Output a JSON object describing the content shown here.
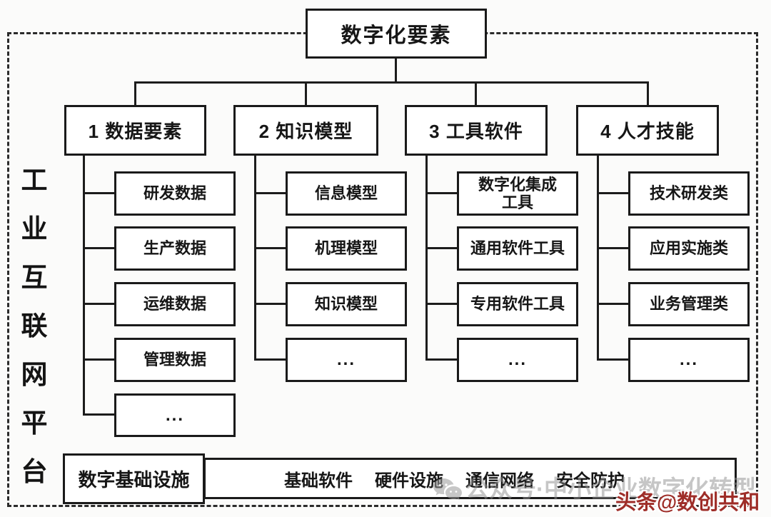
{
  "diagram_title": "数字化要素",
  "root": {
    "label": "数字化要素"
  },
  "platform": {
    "label": "工业互联网平台",
    "chars": [
      "工",
      "业",
      "互",
      "联",
      "网",
      "平",
      "台"
    ]
  },
  "columns": [
    {
      "header": "1 数据要素",
      "children": [
        "研发数据",
        "生产数据",
        "运维数据",
        "管理数据",
        "..."
      ]
    },
    {
      "header": "2 知识模型",
      "children": [
        "信息模型",
        "机理模型",
        "知识模型",
        "..."
      ]
    },
    {
      "header": "3 工具软件",
      "children": [
        "数字化集成\n工具",
        "通用软件工具",
        "专用软件工具",
        "..."
      ]
    },
    {
      "header": "4 人才技能",
      "children": [
        "技术研发类",
        "应用实施类",
        "业务管理类",
        "..."
      ]
    }
  ],
  "infrastructure": {
    "label": "数字基础设施",
    "items": [
      "基础软件",
      "硬件设施",
      "通信网络",
      "安全防护"
    ]
  },
  "watermark": {
    "wechat_icon": "wechat-icon",
    "wechat_text": "公众号·中小企业数字化转型",
    "toutiao_text": "头条@数创共和"
  },
  "colors": {
    "line": "#1c1c1c",
    "box_border": "#1a1a1a",
    "background": "#fbfbfa",
    "red_watermark": "#9e2d28",
    "grey_watermark": "#8f8f8f"
  }
}
